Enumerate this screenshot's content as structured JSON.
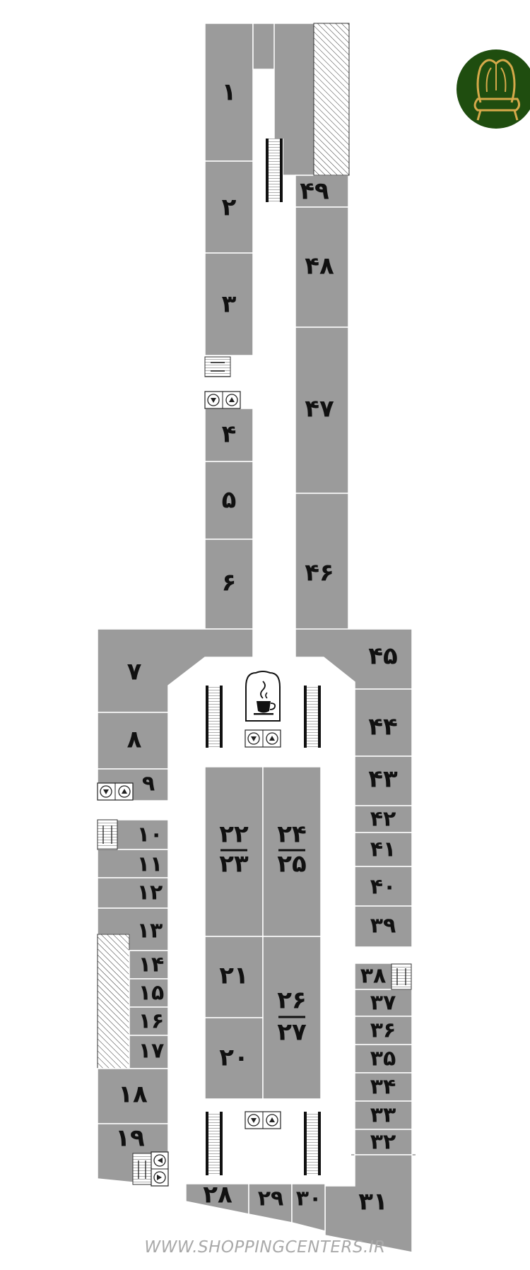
{
  "footer": {
    "url": "WWW.SHOPPINGCENTERS.IR"
  },
  "logo": {
    "icon": "armchair-icon",
    "color": "#1f4d0f",
    "accent": "#d6a94a"
  },
  "colors": {
    "shop": "#9b9b9b",
    "corridor": "#ffffff"
  },
  "shops": {
    "s1": "۱",
    "s2": "۲",
    "s3": "۳",
    "s4": "۴",
    "s5": "۵",
    "s6": "۶",
    "s7": "۷",
    "s8": "۸",
    "s9": "۹",
    "s10": "۱۰",
    "s11": "۱۱",
    "s12": "۱۲",
    "s13": "۱۳",
    "s14": "۱۴",
    "s15": "۱۵",
    "s16": "۱۶",
    "s17": "۱۷",
    "s18": "۱۸",
    "s19": "۱۹",
    "s20": "۲۰",
    "s21": "۲۱",
    "s22_23_top": "۲۲",
    "s22_23_bottom": "۲۳",
    "s24_25_top": "۲۴",
    "s24_25_bottom": "۲۵",
    "s26_27_top": "۲۶",
    "s26_27_bottom": "۲۷",
    "s28": "۲۸",
    "s29": "۲۹",
    "s30": "۳۰",
    "s31": "۳۱",
    "s32": "۳۲",
    "s33": "۳۳",
    "s34": "۳۴",
    "s35": "۳۵",
    "s36": "۳۶",
    "s37": "۳۷",
    "s38": "۳۸",
    "s39": "۳۹",
    "s40": "۴۰",
    "s41": "۴۱",
    "s42": "۴۲",
    "s43": "۴۳",
    "s44": "۴۴",
    "s45": "۴۵",
    "s46": "۴۶",
    "s47": "۴۷",
    "s48": "۴۸",
    "s49": "۴۹"
  }
}
